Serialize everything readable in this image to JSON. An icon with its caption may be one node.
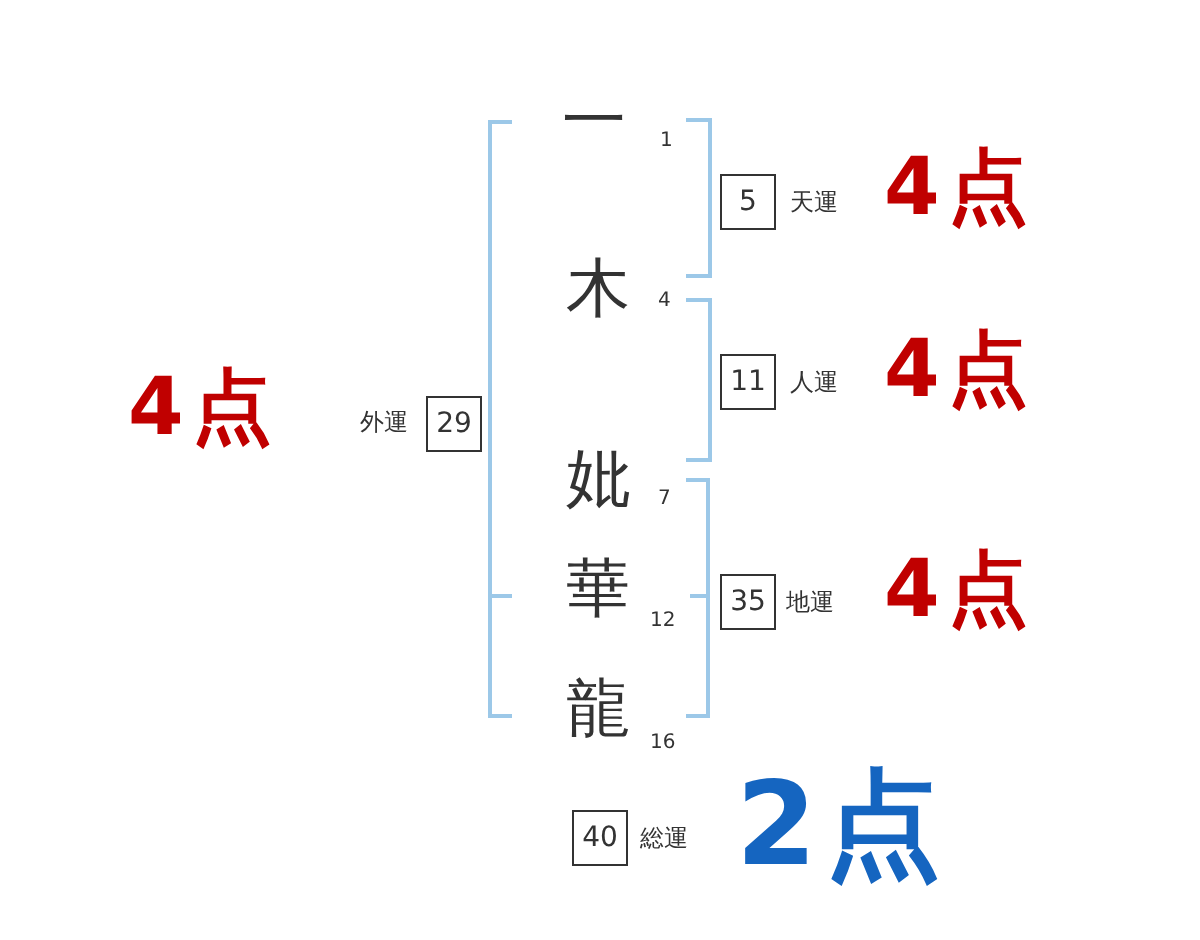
{
  "diagram": {
    "nodes": [
      {
        "text": [
          "5"
        ],
        "beside": [
          "天運",
          "4点"
        ]
      },
      {
        "text": [
          "11"
        ],
        "beside": [
          "人運",
          "4点"
        ]
      },
      {
        "text": [
          "29"
        ],
        "beside": [
          "外運",
          "4点"
        ]
      },
      {
        "text": [
          "35"
        ],
        "beside": [
          "地運",
          "4点"
        ]
      },
      {
        "text": [
          "40"
        ],
        "beside": [
          "総運",
          "2点"
        ]
      }
    ],
    "labels": [
      "一",
      "1",
      "木",
      "4",
      "妣",
      "7",
      "華",
      "12",
      "龍",
      "16"
    ]
  }
}
